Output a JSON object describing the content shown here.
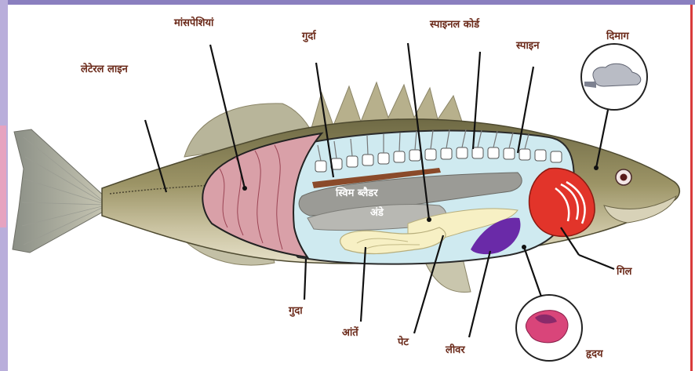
{
  "colors": {
    "frame_top": "#8a7fbf",
    "frame_left": "#b9aedb",
    "frame_right": "#d93a3a",
    "label_text": "#6b2a1a",
    "muscle": "#d9a0a8",
    "body_cavity": "#cfeaf0",
    "gills": "#e2342a",
    "liver": "#6a2aa8",
    "heart": "#d9457a",
    "stomach": "#f7f0c4"
  },
  "labels": {
    "lateral_line": "लेटेरल लाइन",
    "muscles": "मांसपेशियां",
    "kidney": "गुर्दा",
    "spinal_cord": "स्पाइनल कोर्ड",
    "spine": "स्पाइन",
    "brain": "दिमाग",
    "swim_bladder": "स्विम ब्लैडर",
    "eggs": "अंडे",
    "gill": "गिल",
    "anus": "गुदा",
    "intestine": "आंतें",
    "stomach": "पेट",
    "liver": "लीवर",
    "heart": "हृदय"
  },
  "icons": [
    "brain-icon",
    "heart-icon"
  ]
}
